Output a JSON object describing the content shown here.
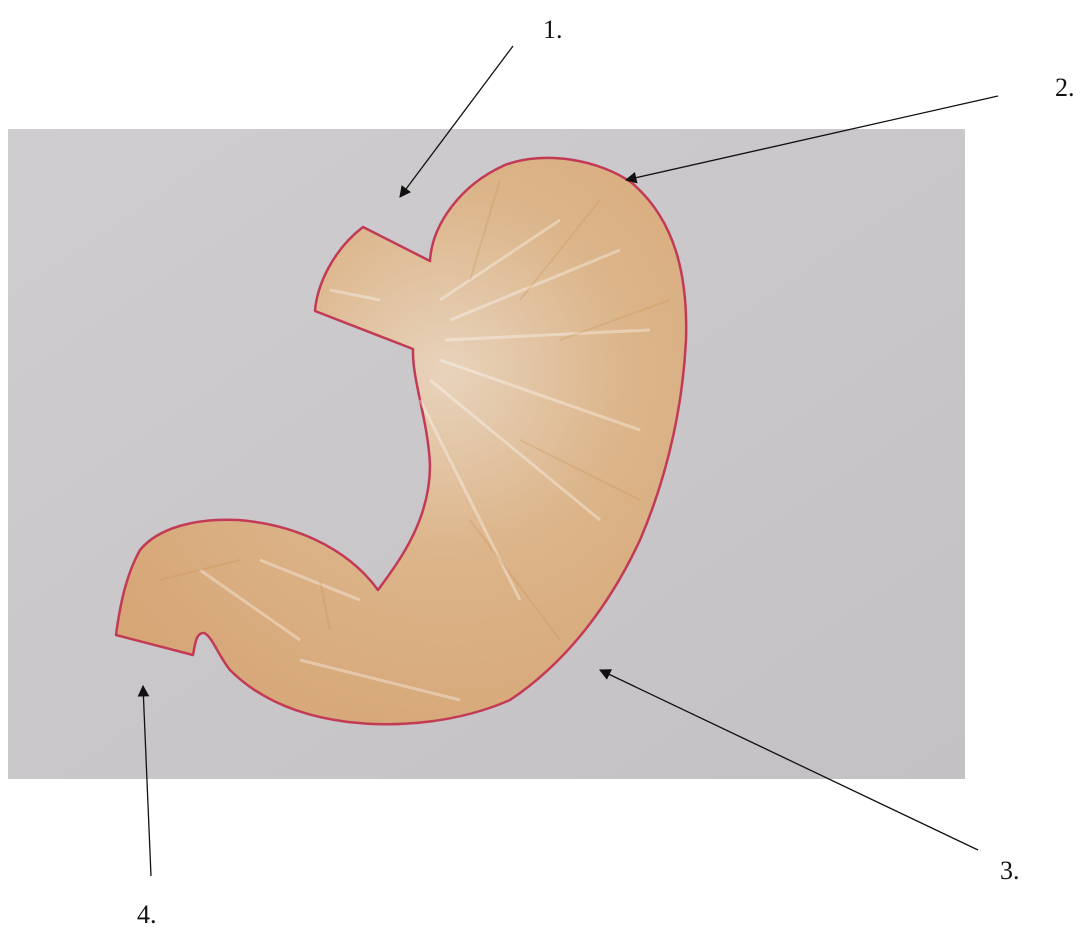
{
  "labels": {
    "one": "1.",
    "two": "2.",
    "three": "3.",
    "four": "4."
  },
  "colors": {
    "paper": "#c9c7c8",
    "fill": "#dcb68a",
    "outline": "#c23a55",
    "arrow": "#111111"
  }
}
